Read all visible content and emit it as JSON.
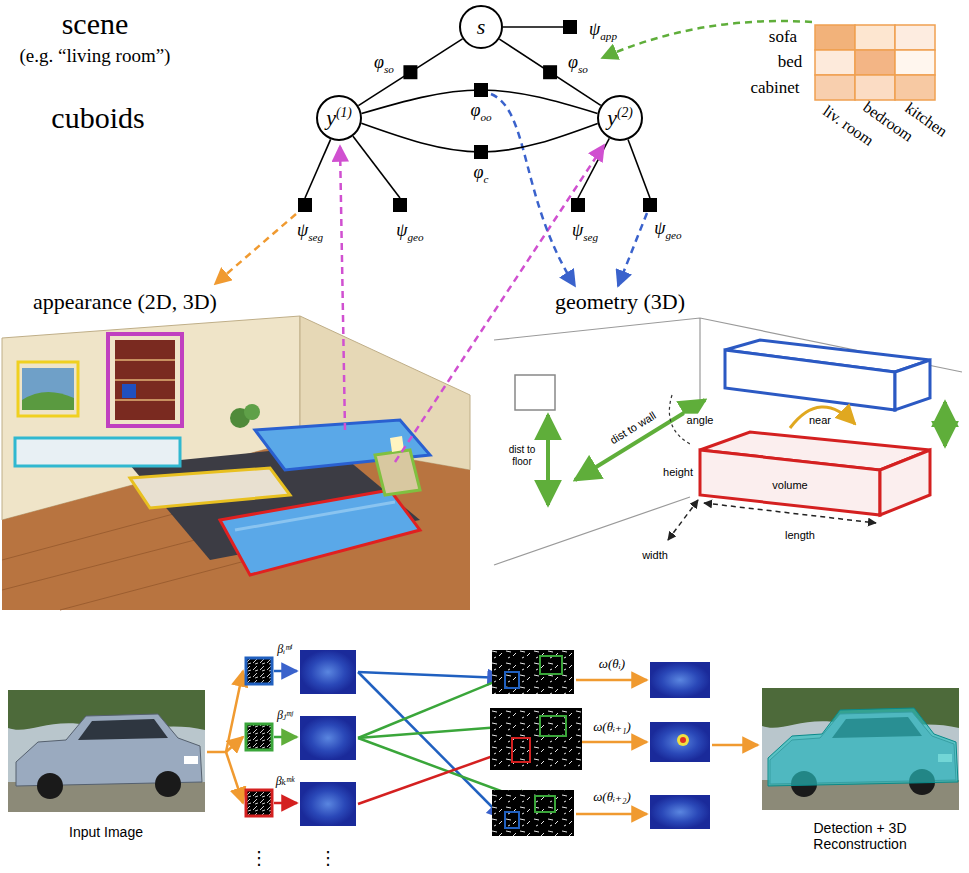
{
  "diagram": {
    "nodes": [
      {
        "text": [
          "s"
        ]
      },
      {
        "text": [
          "y(1)"
        ]
      },
      {
        "text": [
          "y(2)"
        ]
      }
    ],
    "edges": [
      {
        "from": 0,
        "to": 1,
        "arrow": "none",
        "label": "φso"
      },
      {
        "from": 0,
        "to": 2,
        "arrow": "none",
        "label": "φso"
      },
      {
        "from": 1,
        "to": 2,
        "arrow": "none",
        "label": "φoo"
      },
      {
        "from": 1,
        "to": 2,
        "arrow": "none",
        "label": "φc"
      }
    ],
    "labels": [
      "scene",
      "(e.g. “living room”)",
      "cuboids",
      "ψapp",
      "ψseg",
      "ψgeo",
      "ψseg",
      "ψgeo",
      "sofa",
      "bed",
      "cabinet",
      "liv. room",
      "bedroom",
      "kitchen",
      "appearance (2D, 3D)",
      "geometry (3D)",
      "dist to floor",
      "dist to wall",
      "angle",
      "near",
      "volume",
      "height",
      "width",
      "length",
      "Input Image",
      "βᵢᵐⁱ",
      "βⱼᵐʲ",
      "βₖᵐᵏ",
      "⋮",
      "⋮",
      "ω(θᵢ)",
      "ω(θᵢ₊₁)",
      "ω(θᵢ₊₂)",
      "Detection + 3D Reconstruction"
    ]
  }
}
